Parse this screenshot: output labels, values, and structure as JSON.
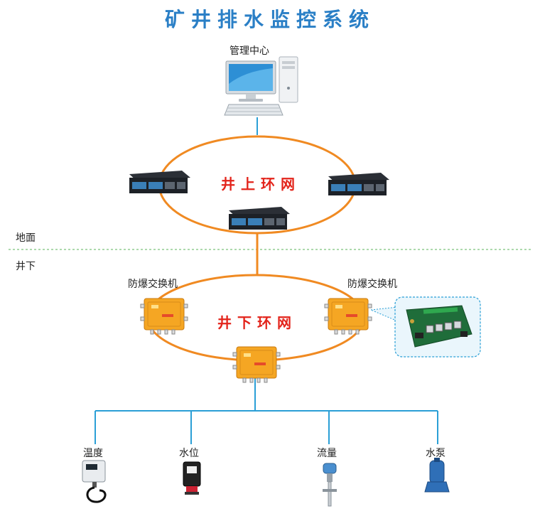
{
  "title": "矿井排水监控系统",
  "management_center": "管理中心",
  "ground_ring": "井上环网",
  "underground_ring": "井下环网",
  "surface_label": "地面",
  "underground_label": "井下",
  "switch_left_label": "防爆交换机",
  "switch_right_label": "防爆交换机",
  "sensors": {
    "temperature": "温度",
    "water_level": "水位",
    "flow": "流量",
    "pump": "水泵"
  },
  "colors": {
    "title": "#2a7fc6",
    "ring": "#f08a22",
    "link": "#2a9fd6",
    "ring_label": "#e3241b",
    "switch_box": "#f5a623",
    "divider": "#7cc47c"
  }
}
